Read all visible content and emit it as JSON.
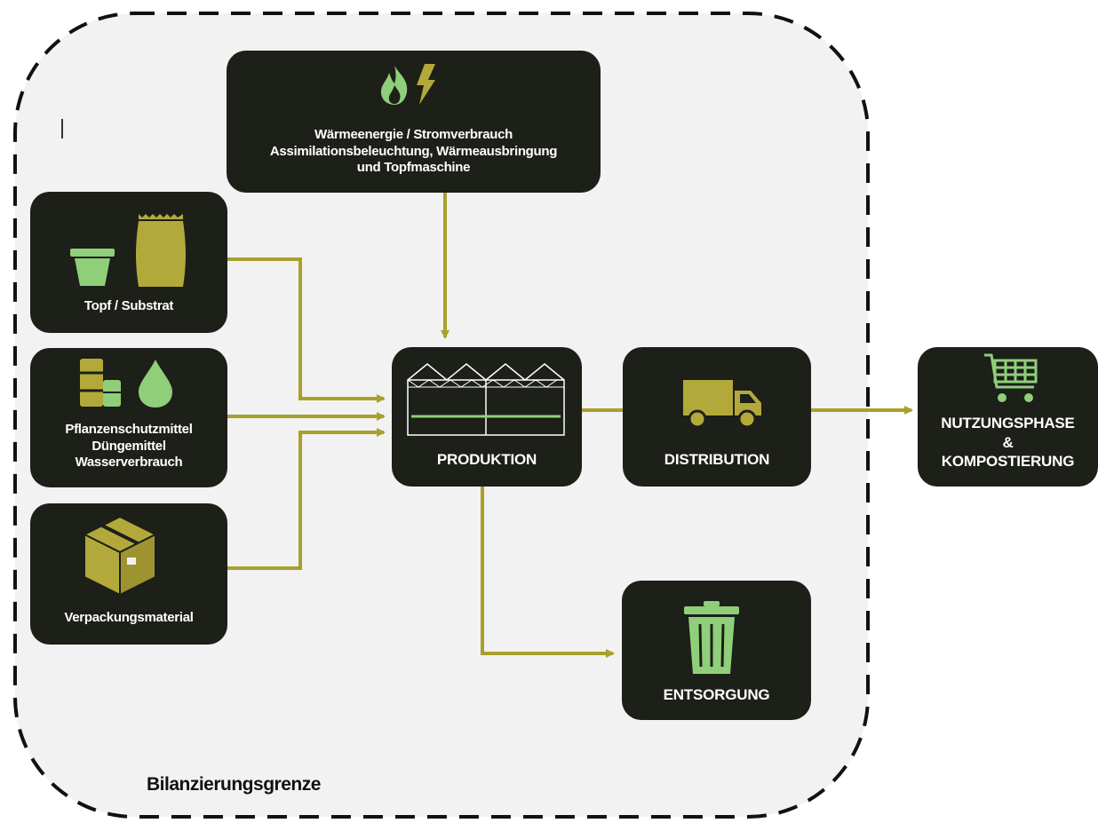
{
  "boundary": {
    "label": "Bilanzierungsgrenze"
  },
  "energy": {
    "line1": "Wärmeenergie / Stromverbrauch",
    "line2": "Assimilationsbeleuchtung, Wärmeausbringung",
    "line3": "und Topfmaschine",
    "icons": [
      "flame-icon",
      "lightning-icon"
    ]
  },
  "inputs": {
    "pot_substrate": {
      "label": "Topf / Substrat",
      "icons": [
        "plant-pot-icon",
        "substrate-bag-icon"
      ]
    },
    "chemicals": {
      "line1": "Pflanzenschutzmittel",
      "line2": "Düngemittel",
      "line3": "Wasserverbrauch",
      "icons": [
        "barrel-icon",
        "water-drop-icon"
      ]
    },
    "packaging": {
      "label": "Verpackungsmaterial",
      "icons": [
        "cardboard-box-icon"
      ]
    }
  },
  "production": {
    "label": "PRODUKTION",
    "icons": [
      "greenhouse-icon"
    ]
  },
  "distribution": {
    "label": "DISTRIBUTION",
    "icons": [
      "truck-icon"
    ]
  },
  "use_phase": {
    "line1": "NUTZUNGSPHASE",
    "line2": "&",
    "line3": "KOMPOSTIERUNG",
    "icons": [
      "shopping-cart-icon"
    ]
  },
  "disposal": {
    "label": "ENTSORGUNG",
    "icons": [
      "trash-can-icon"
    ]
  },
  "colors": {
    "box": "#1d1f19",
    "arrow": "#a9a02c",
    "icon_olive": "#b3a93a",
    "icon_green": "#8fcf7a",
    "boundary_fill": "#f2f2f2"
  }
}
